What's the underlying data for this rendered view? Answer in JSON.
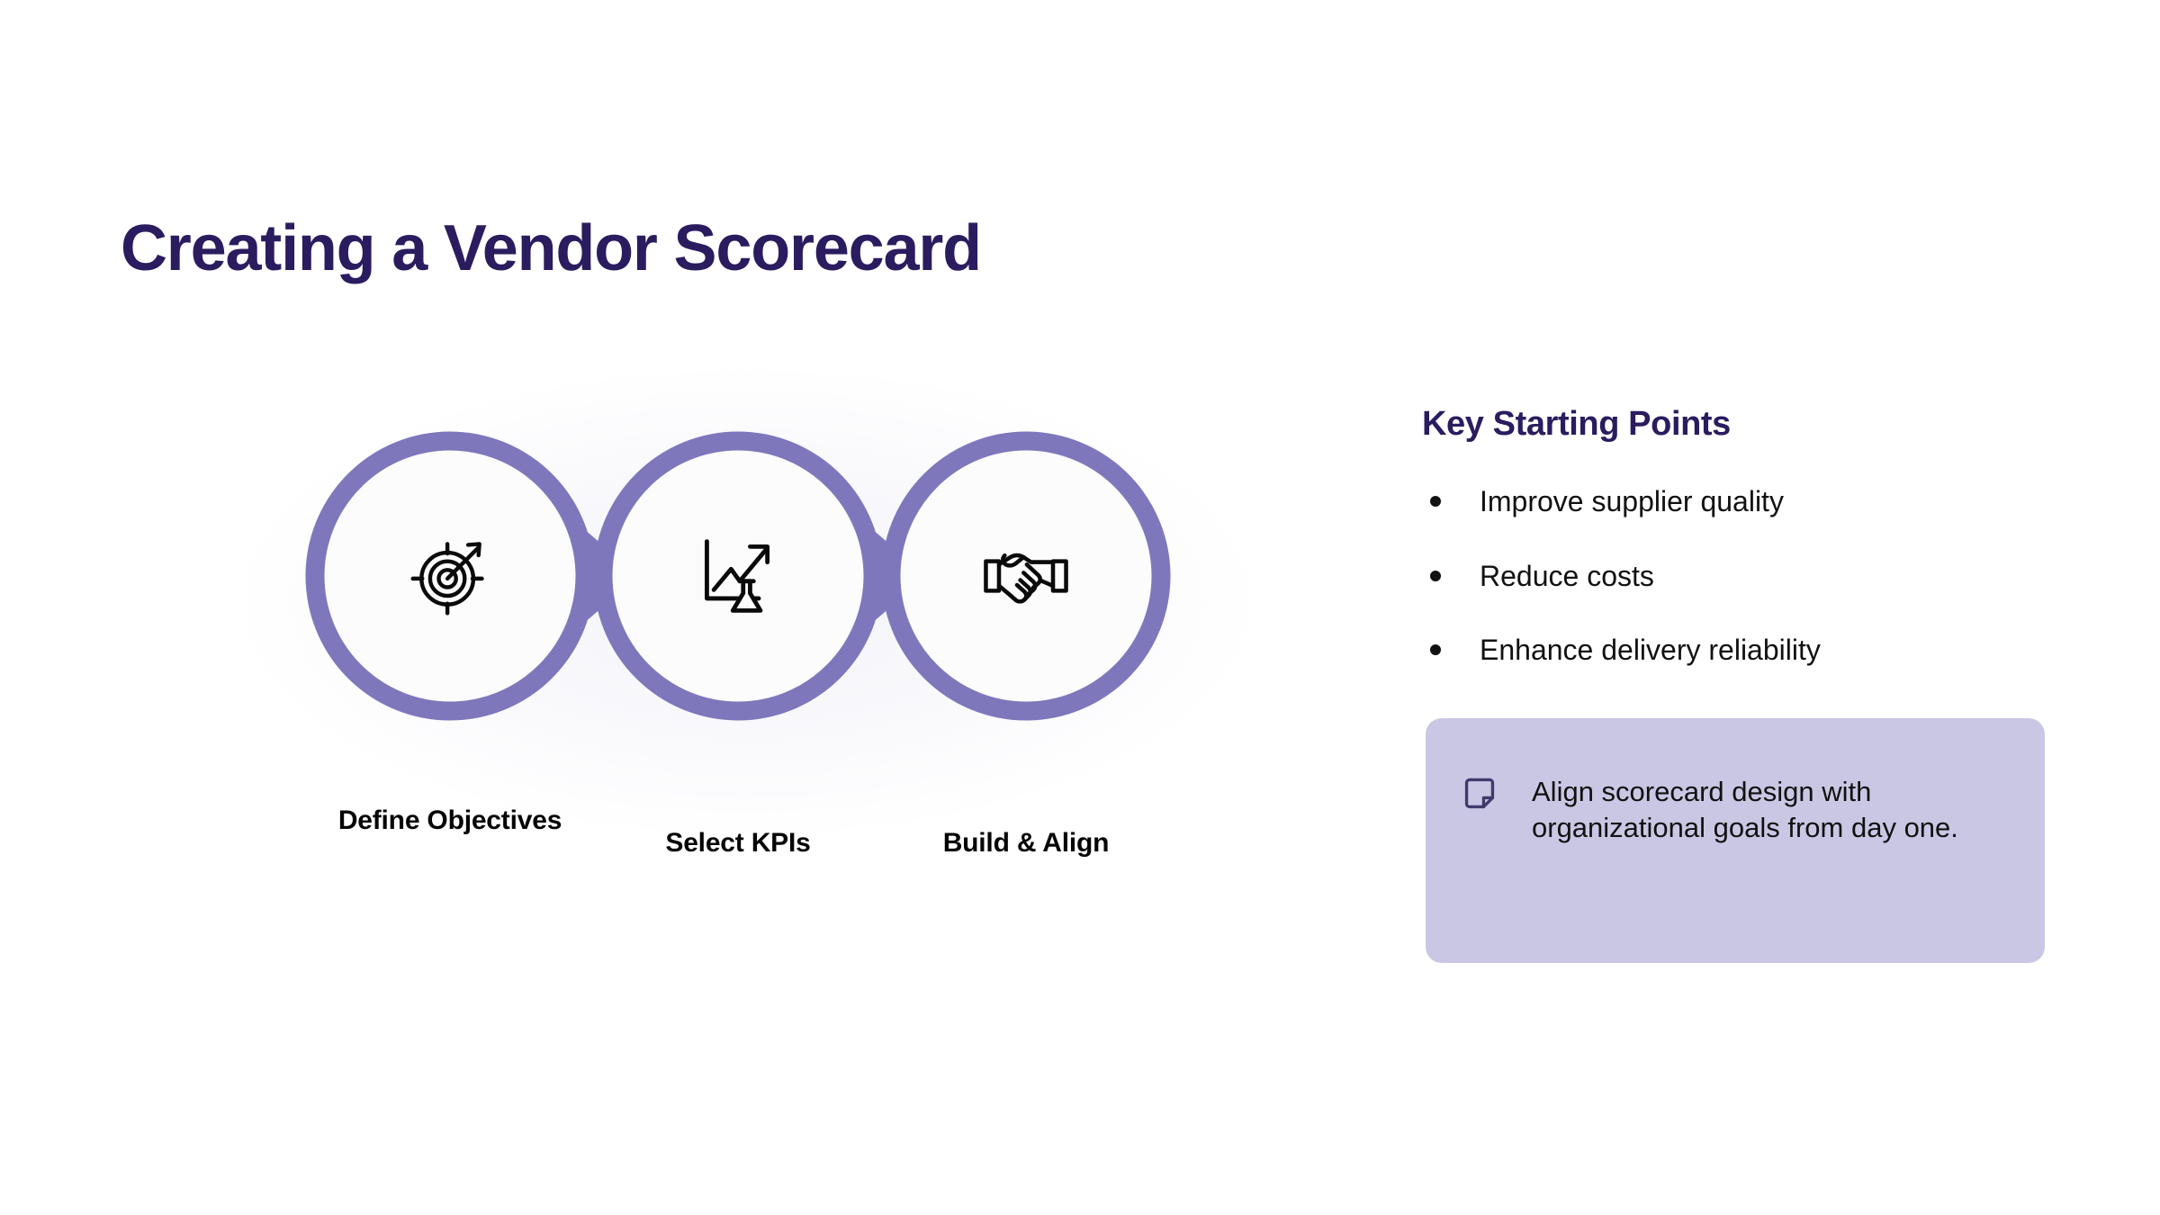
{
  "slide": {
    "title": "Creating a Vendor Scorecard",
    "background_color": "#FFFFFF"
  },
  "theme": {
    "title_color": "#2B1B5F",
    "ring_color": "#7E77BC",
    "callout_bg": "#CAC7E4",
    "callout_icon_color": "#403A6B",
    "body_text_color": "#111111"
  },
  "process": {
    "steps": [
      {
        "label": "Define Objectives",
        "icon": "target-arrow-icon"
      },
      {
        "label": "Select KPIs",
        "icon": "chart-flask-icon"
      },
      {
        "label": "Build & Align",
        "icon": "handshake-icon"
      }
    ],
    "connector_icon": "chevron-right-icon"
  },
  "side_panel": {
    "heading": "Key Starting Points",
    "bullets": [
      "Improve supplier quality",
      "Reduce costs",
      "Enhance delivery reliability"
    ],
    "callout": {
      "icon": "sticky-note-icon",
      "text": "Align scorecard design with organizational goals from day one."
    }
  }
}
